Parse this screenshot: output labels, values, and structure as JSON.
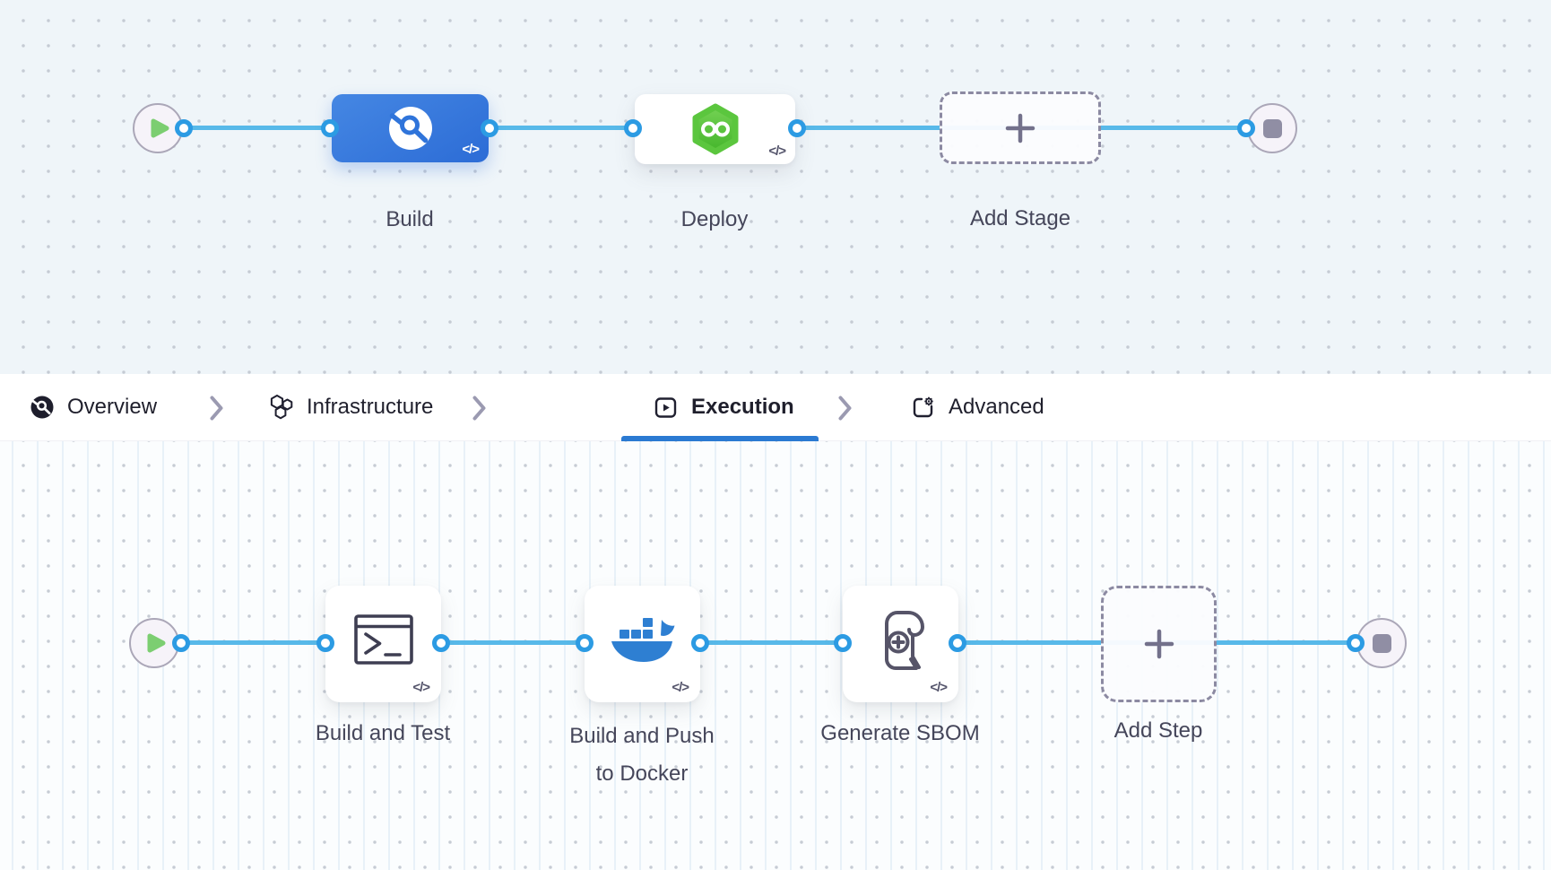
{
  "stage_pipeline": {
    "stages": [
      {
        "label": "Build",
        "code_badge": "</>"
      },
      {
        "label": "Deploy",
        "code_badge": "</>"
      },
      {
        "label": "Add Stage"
      }
    ]
  },
  "tab_bar": {
    "tabs": [
      {
        "label": "Overview",
        "active": false
      },
      {
        "label": "Infrastructure",
        "active": false
      },
      {
        "label": "Execution",
        "active": true
      },
      {
        "label": "Advanced",
        "active": false
      }
    ]
  },
  "step_pipeline": {
    "steps": [
      {
        "label": "Build and Test",
        "code_badge": "</>"
      },
      {
        "label": "Build and Push to Docker",
        "code_badge": "</>"
      },
      {
        "label": "Generate SBOM",
        "code_badge": "</>"
      },
      {
        "label": "Add Step"
      }
    ]
  },
  "icons": {
    "pipeline_start": "play-icon",
    "pipeline_end": "stop-icon",
    "build_stage": "ci-build-icon",
    "deploy_stage": "cd-hexagon-infinity-icon",
    "add": "plus-icon",
    "overview_tab": "overview-circle-icon",
    "infrastructure_tab": "hexagons-icon",
    "execution_tab": "play-square-icon",
    "advanced_tab": "gear-square-icon",
    "breadcrumb_separator": "chevron-right-icon",
    "build_and_test_step": "terminal-icon",
    "docker_step": "docker-whale-icon",
    "sbom_step": "scroll-plus-icon",
    "code_view": "code-chevrons-icon"
  },
  "colors": {
    "connector_line": "#58B9E9",
    "connector_ring": "#2C9BE3",
    "active_tab_underline": "#2B7AD2",
    "build_stage_blue": "#3578DB",
    "deploy_green": "#5BC63E",
    "play_green": "#7CCE71",
    "docker_blue": "#2E7FD2",
    "canvas_top_bg": "#EFF5F9",
    "canvas_bottom_bg": "#FBFDFE"
  }
}
